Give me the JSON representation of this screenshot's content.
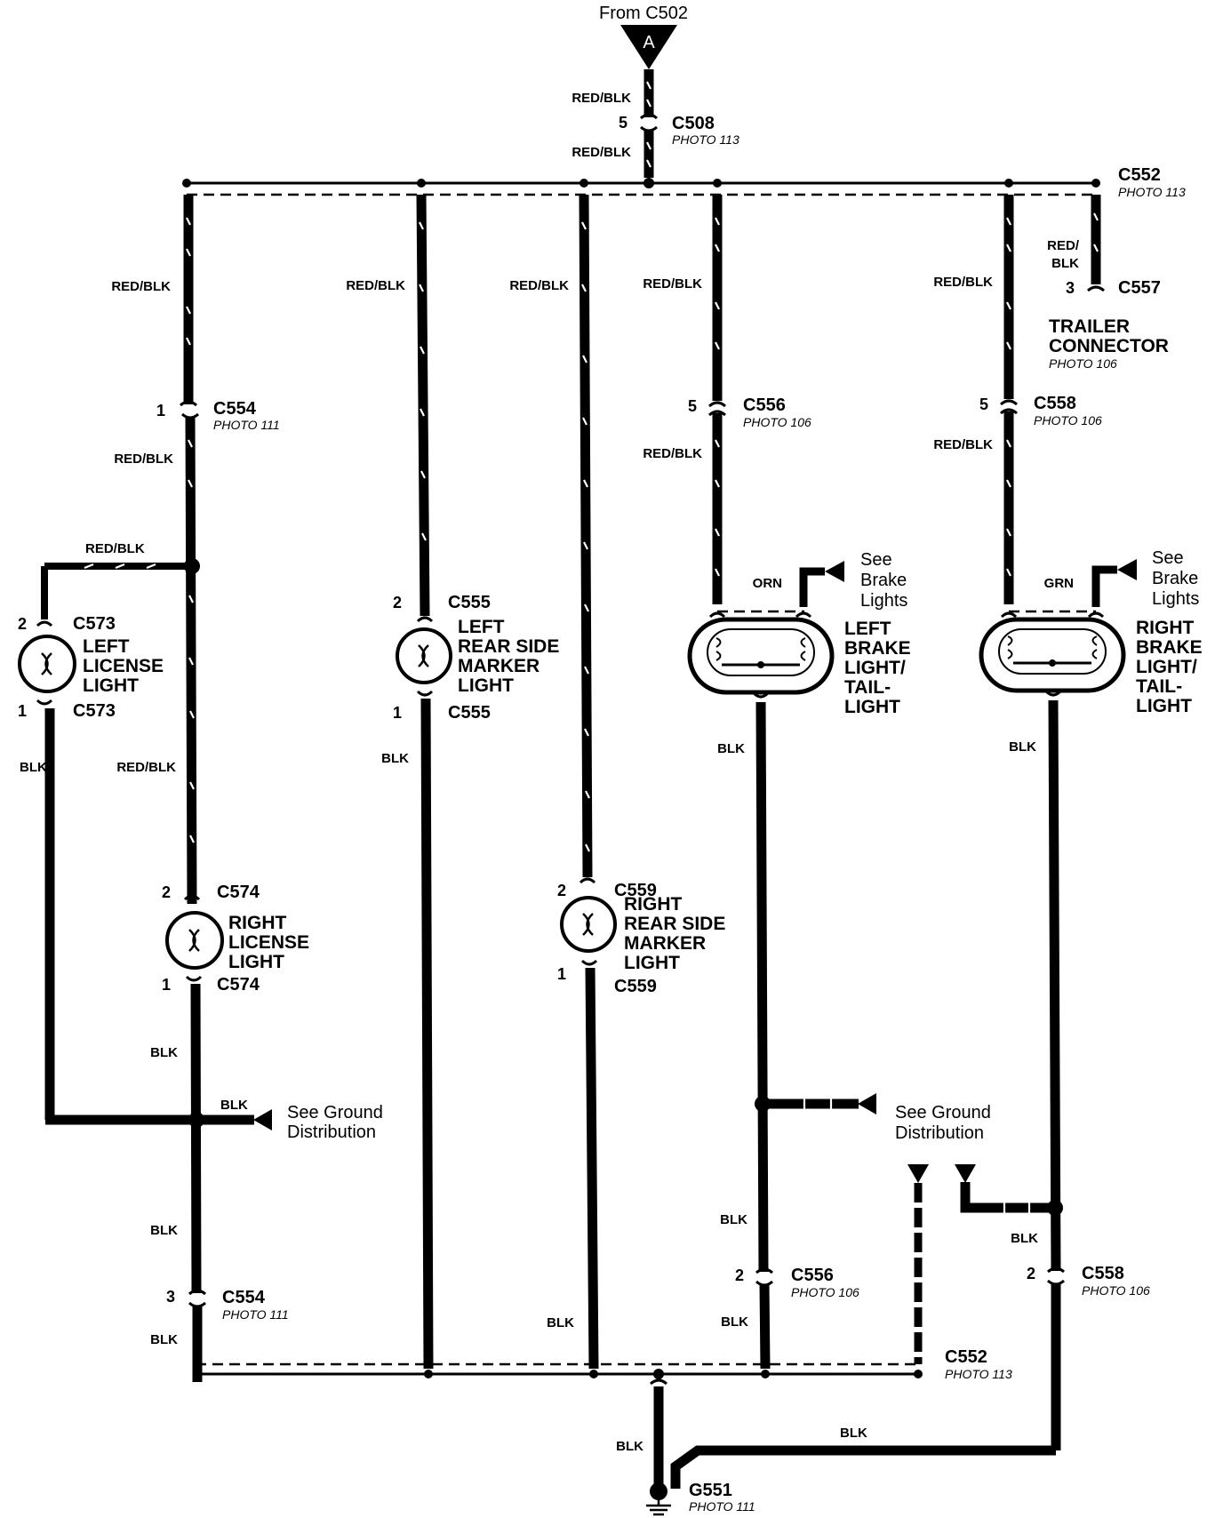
{
  "header": {
    "source_label": "From C502",
    "source_tag": "A"
  },
  "wire_colors": {
    "red_blk": "RED/BLK",
    "red": "RED/",
    "blk_part": "BLK",
    "blk": "BLK",
    "orn": "ORN",
    "grn": "GRN"
  },
  "photos": {
    "p106": "PHOTO 106",
    "p111": "PHOTO 111",
    "p113": "PHOTO 113"
  },
  "connectors": {
    "c508": "C508",
    "c552": "C552",
    "c554": "C554",
    "c555": "C555",
    "c556": "C556",
    "c557": "C557",
    "c558": "C558",
    "c559": "C559",
    "c573": "C573",
    "c574": "C574",
    "g551": "G551"
  },
  "pins": {
    "p1": "1",
    "p2": "2",
    "p3": "3",
    "p5": "5"
  },
  "components": {
    "left_license": [
      "LEFT",
      "LICENSE",
      "LIGHT"
    ],
    "right_license": [
      "RIGHT",
      "LICENSE",
      "LIGHT"
    ],
    "left_marker": [
      "LEFT",
      "REAR SIDE",
      "MARKER",
      "LIGHT"
    ],
    "right_marker": [
      "RIGHT",
      "REAR SIDE",
      "MARKER",
      "LIGHT"
    ],
    "left_brake": [
      "LEFT",
      "BRAKE",
      "LIGHT/",
      "TAIL-",
      "LIGHT"
    ],
    "right_brake": [
      "RIGHT",
      "BRAKE",
      "LIGHT/",
      "TAIL-",
      "LIGHT"
    ],
    "trailer": [
      "TRAILER",
      "CONNECTOR"
    ]
  },
  "notes": {
    "see_brake": [
      "See",
      "Brake",
      "Lights"
    ],
    "see_ground": [
      "See Ground",
      "Distribution"
    ]
  }
}
